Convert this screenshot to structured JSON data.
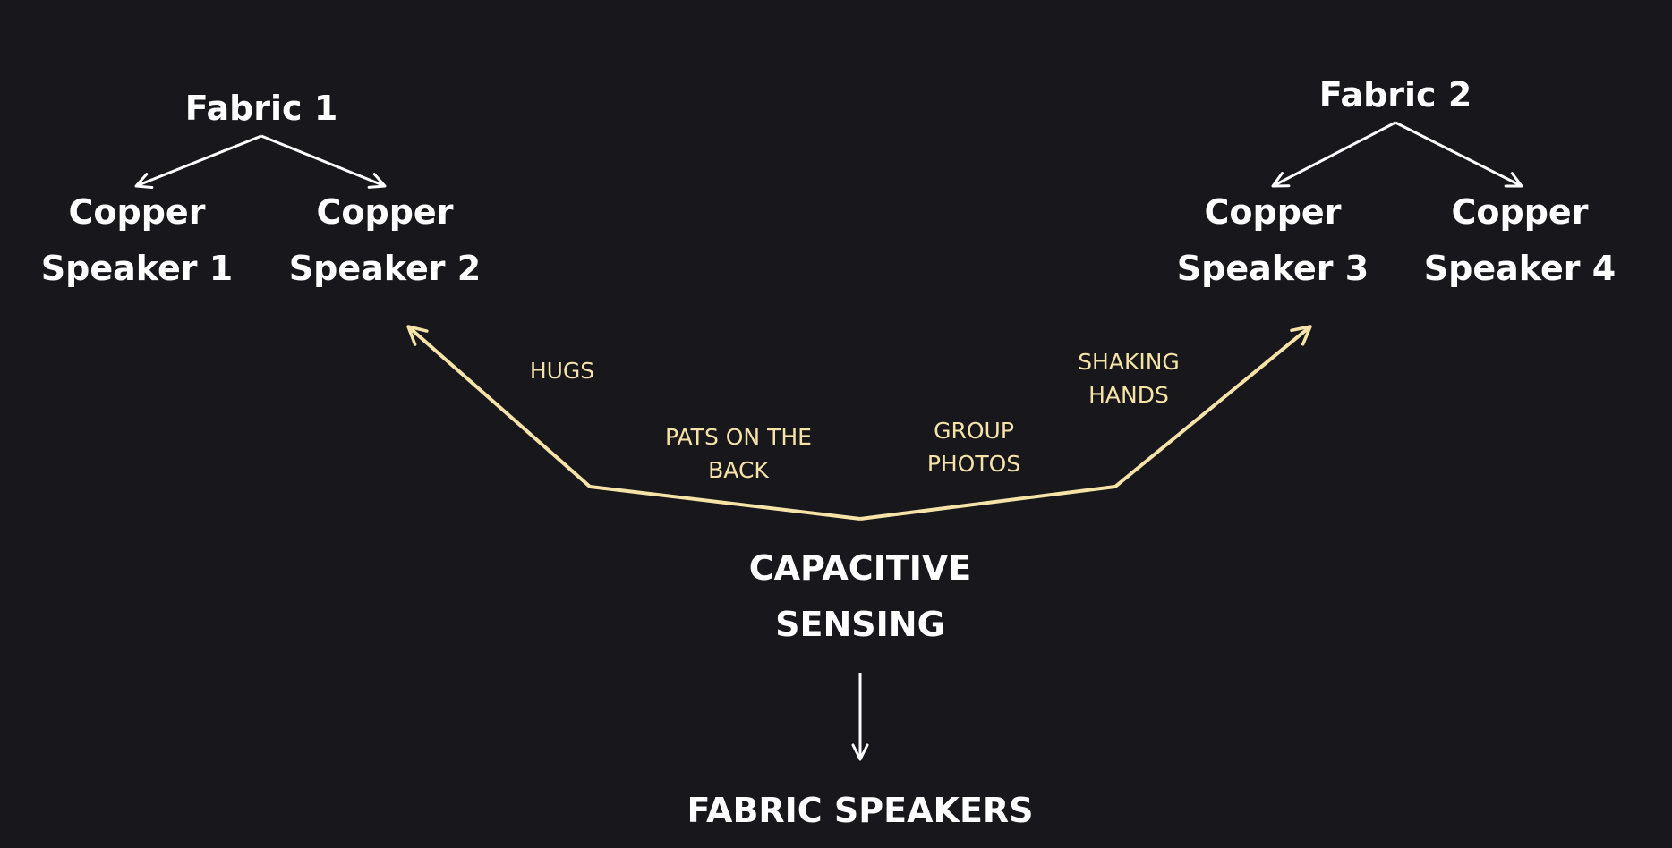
{
  "fabrics": [
    {
      "label": "Fabric 1"
    },
    {
      "label": "Fabric 2"
    }
  ],
  "speakers": [
    {
      "line1": "Copper",
      "line2": "Speaker 1"
    },
    {
      "line1": "Copper",
      "line2": "Speaker 2"
    },
    {
      "line1": "Copper",
      "line2": "Speaker 3"
    },
    {
      "line1": "Copper",
      "line2": "Speaker 4"
    }
  ],
  "gestures": [
    {
      "line1": "HUGS",
      "line2": ""
    },
    {
      "line1": "PATS ON THE",
      "line2": "BACK"
    },
    {
      "line1": "GROUP",
      "line2": "PHOTOS"
    },
    {
      "line1": "SHAKING",
      "line2": "HANDS"
    }
  ],
  "sensing": {
    "line1": "CAPACITIVE",
    "line2": "SENSING"
  },
  "output": {
    "label": "FABRIC SPEAKERS"
  },
  "colors": {
    "background": "#18171c",
    "primary_text": "#ffffff",
    "accent": "#f6e3a8"
  }
}
